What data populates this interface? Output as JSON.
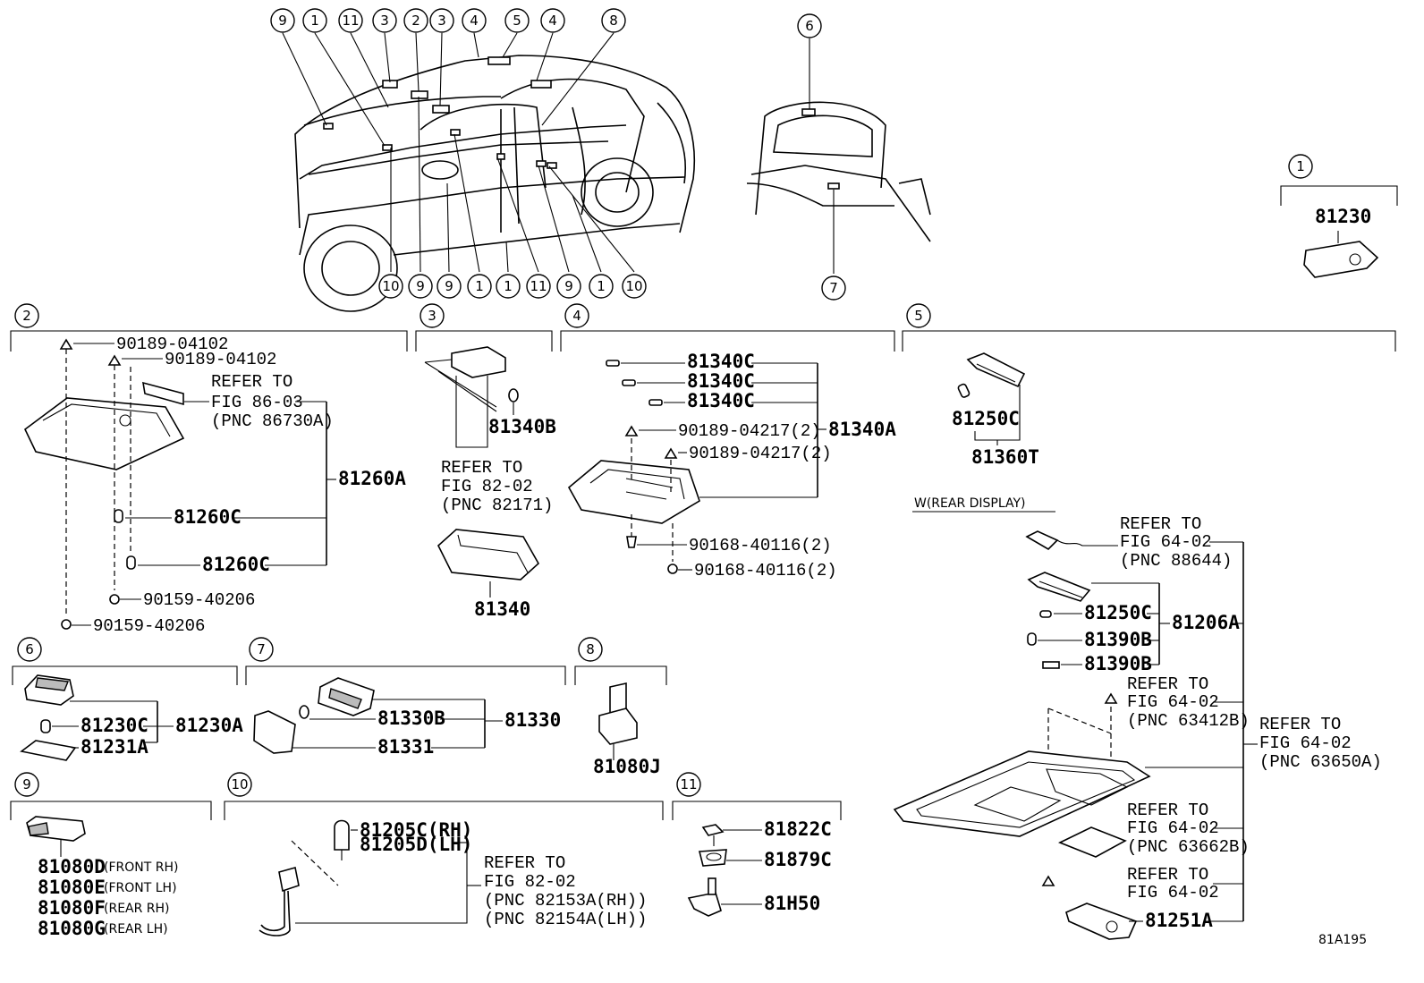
{
  "car_callouts_top": [
    "9",
    "1",
    "11",
    "3",
    "2",
    "3",
    "4",
    "5",
    "4",
    "8"
  ],
  "car_callouts_bottom": [
    "10",
    "9",
    "9",
    "1",
    "1",
    "11",
    "9",
    "1",
    "10"
  ],
  "trunk_callouts": [
    "6",
    "7"
  ],
  "sections": {
    "s1": {
      "num": "1",
      "part": "81230"
    },
    "s2": {
      "num": "2",
      "clip_a": "90189-04102",
      "clip_b": "90189-04102",
      "refer1": "REFER TO",
      "refer2": "FIG 86-03",
      "refer3": "(PNC 86730A)",
      "bulb_a": "81260C",
      "bulb_b": "81260C",
      "assy": "81260A",
      "screw_a": "90159-40206",
      "screw_b": "90159-40206"
    },
    "s3": {
      "num": "3",
      "bulb": "81340B",
      "refer1": "REFER TO",
      "refer2": "FIG 82-02",
      "refer3": "(PNC 82171)",
      "lens": "81340"
    },
    "s4": {
      "num": "4",
      "bulb_a": "81340C",
      "bulb_b": "81340C",
      "bulb_c": "81340C",
      "clip_a": "90189-04217(2)",
      "clip_b": "90189-04217(2)",
      "assy": "81340A",
      "screw_a": "90168-40116(2)",
      "screw_b": "90168-40116(2)"
    },
    "s5": {
      "num": "5",
      "bulb": "81250C",
      "assy": "81360T"
    },
    "rear_display": {
      "title": "W(REAR DISPLAY)",
      "r1a": "REFER TO",
      "r1b": "FIG 64-02",
      "r1c": "(PNC 88644)",
      "bulb_a": "81250C",
      "bulb_b": "81390B",
      "bulb_c": "81390B",
      "assy": "81206A",
      "r2a": "REFER TO",
      "r2b": "FIG 64-02",
      "r2c": "(PNC 63412B)",
      "r3a": "REFER TO",
      "r3b": "FIG 64-02",
      "r3c": "(PNC 63650A)",
      "r4a": "REFER TO",
      "r4b": "FIG 64-02",
      "r4c": "(PNC 63662B)",
      "r5a": "REFER TO",
      "r5b": "FIG 64-02",
      "cover": "81251A"
    },
    "s6": {
      "num": "6",
      "bulb": "81230C",
      "lens": "81231A",
      "assy": "81230A"
    },
    "s7": {
      "num": "7",
      "housing": "81330B",
      "lens": "81331",
      "assy": "81330"
    },
    "s8": {
      "num": "8",
      "part": "81080J"
    },
    "s9": {
      "num": "9",
      "l1": "81080D",
      "d1": "(FRONT RH)",
      "l2": "81080E",
      "d2": "(FRONT LH)",
      "l3": "81080F",
      "d3": "(REAR RH)",
      "l4": "81080G",
      "d4": "(REAR LH)"
    },
    "s10": {
      "num": "10",
      "p1": "81205C(RH)",
      "p2": "81205D(LH)",
      "r1": "REFER TO",
      "r2": "FIG 82-02",
      "r3": "(PNC 82153A(RH))",
      "r4": "(PNC 82154A(LH))"
    },
    "s11": {
      "num": "11",
      "p1": "81822C",
      "p2": "81879C",
      "p3": "81H50"
    }
  },
  "figure_code": "81A195"
}
